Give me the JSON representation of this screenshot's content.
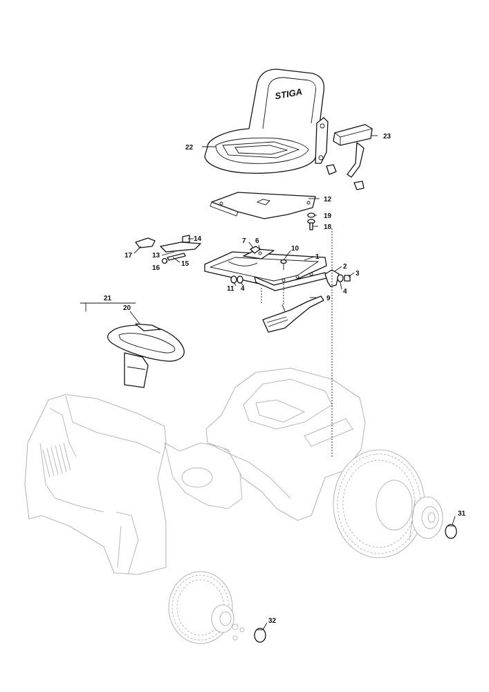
{
  "brand": "STIGA",
  "callouts": [
    {
      "id": "c1",
      "text": "1"
    },
    {
      "id": "c2",
      "text": "2"
    },
    {
      "id": "c3",
      "text": "3"
    },
    {
      "id": "c4a",
      "text": "4"
    },
    {
      "id": "c4b",
      "text": "4"
    },
    {
      "id": "c6",
      "text": "6"
    },
    {
      "id": "c7",
      "text": "7"
    },
    {
      "id": "c9",
      "text": "9"
    },
    {
      "id": "c10",
      "text": "10"
    },
    {
      "id": "c11",
      "text": "11"
    },
    {
      "id": "c12",
      "text": "12"
    },
    {
      "id": "c13",
      "text": "13"
    },
    {
      "id": "c14",
      "text": "14"
    },
    {
      "id": "c15",
      "text": "15"
    },
    {
      "id": "c16",
      "text": "16"
    },
    {
      "id": "c17",
      "text": "17"
    },
    {
      "id": "c18",
      "text": "18"
    },
    {
      "id": "c19",
      "text": "19"
    },
    {
      "id": "c20",
      "text": "20"
    },
    {
      "id": "c21",
      "text": "21"
    },
    {
      "id": "c22",
      "text": "22"
    },
    {
      "id": "c23",
      "text": "23"
    },
    {
      "id": "c31",
      "text": "31"
    },
    {
      "id": "c32",
      "text": "32"
    }
  ]
}
